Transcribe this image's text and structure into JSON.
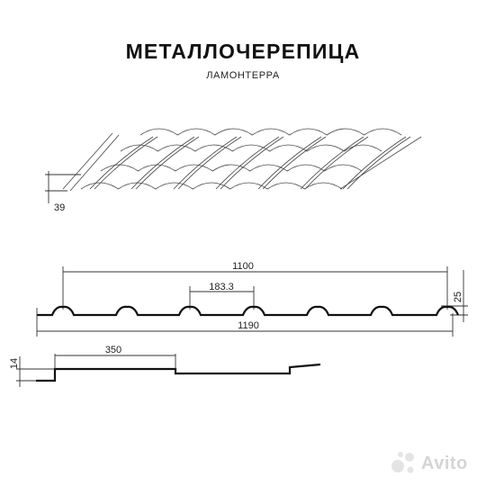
{
  "title": "МЕТАЛЛОЧЕРЕПИЦА",
  "subtitle": "ЛАМОНТЕРРА",
  "perspective": {
    "height_label": "39"
  },
  "cross_section": {
    "useful_width_label": "1100",
    "wave_pitch_label": "183.3",
    "total_width_label": "1190",
    "wave_height_label": "25"
  },
  "step_profile": {
    "step_length_label": "350",
    "step_height_label": "14"
  },
  "watermark": {
    "text": "Avito",
    "icon": "avito-logo-icon",
    "color": "#d5d5d5"
  }
}
